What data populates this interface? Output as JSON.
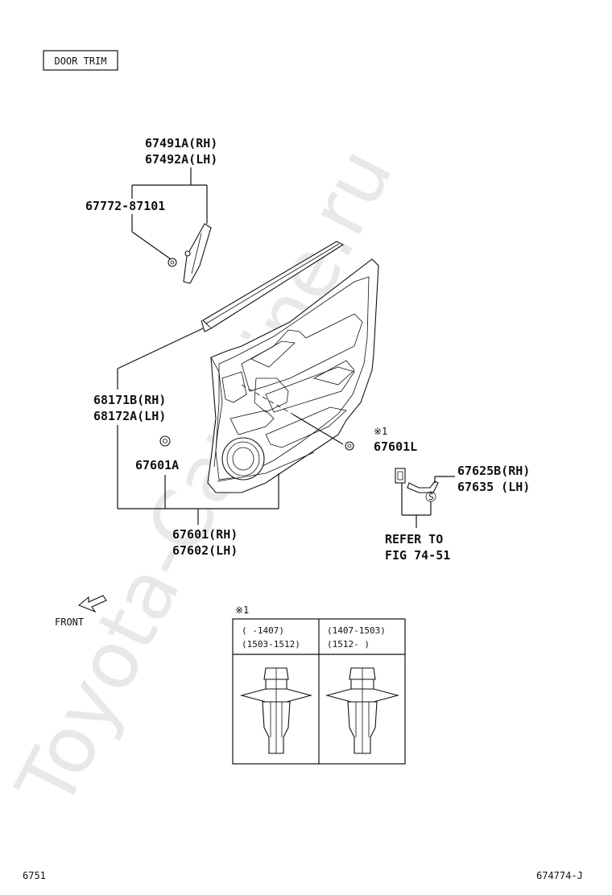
{
  "header": {
    "title": "DOOR TRIM"
  },
  "watermark": "Toyota-Carmine.ru",
  "parts": {
    "p67491": [
      "67491A(RH)",
      "67492A(LH)"
    ],
    "p67772": "67772-87101",
    "p68171": [
      "68171B(RH)",
      "68172A(LH)"
    ],
    "p67601A": "67601A",
    "p67601L": "67601L",
    "note_mark": "※1",
    "p67625": [
      "67625B(RH)",
      "67635 (LH)"
    ],
    "refer": [
      "REFER TO",
      "FIG 74-51"
    ],
    "p67601": [
      "67601(RH)",
      "67602(LH)"
    ]
  },
  "front_label": "FRONT",
  "clip_table": {
    "mark": "※1",
    "col1": [
      "(    -1407)",
      "(1503-1512)"
    ],
    "col2": [
      "(1407-1503)",
      "(1512-     )"
    ]
  },
  "footer": {
    "left": "6751",
    "right": "674774-J"
  },
  "colors": {
    "line": "#111111",
    "watermark": "#e8e8e8"
  }
}
